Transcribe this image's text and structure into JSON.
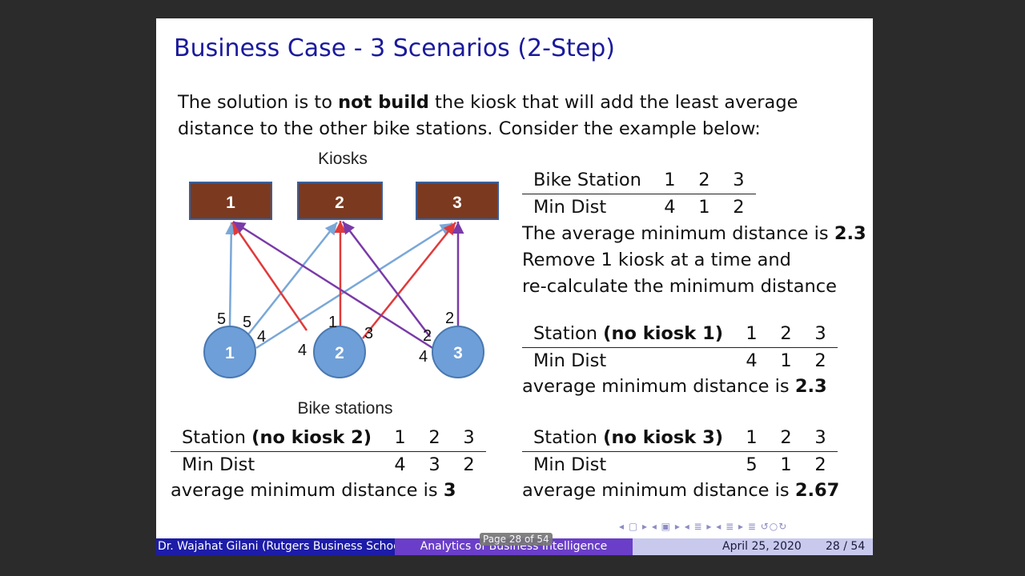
{
  "title": "Business Case - 3 Scenarios (2-Step)",
  "intro": {
    "line1_pre": "The solution is to ",
    "line1_bold": "not build",
    "line1_post": " the kiosk that will add the least average",
    "line2": "distance to the other bike stations.  Consider the example below:"
  },
  "diagram": {
    "kiosks_label": "Kiosks",
    "stations_label": "Bike stations",
    "kiosks": [
      "1",
      "2",
      "3"
    ],
    "stations": [
      "1",
      "2",
      "3"
    ],
    "edge_labels": [
      "5",
      "5",
      "4",
      "4",
      "1",
      "3",
      "2",
      "2",
      "4"
    ],
    "colors": {
      "kiosk_fill": "#7b3a1f",
      "kiosk_border": "#3a5f9a",
      "station_fill": "#6f9fd8",
      "edge_blue": "#7aa7d8",
      "edge_red": "#e03a3a",
      "edge_purple": "#7a3aa8"
    }
  },
  "table_main": {
    "header_label": "Bike Station",
    "headers": [
      "1",
      "2",
      "3"
    ],
    "row_label": "Min Dist",
    "values": [
      "4",
      "1",
      "2"
    ]
  },
  "note_main": {
    "avg_pre": "The average minimum distance is ",
    "avg_val": "2.3",
    "line2": "Remove 1 kiosk at a time and",
    "line3": "re-calculate the minimum distance"
  },
  "table_nk1": {
    "label_pre": "Station ",
    "label_bold": "(no kiosk 1)",
    "headers": [
      "1",
      "2",
      "3"
    ],
    "row_label": "Min Dist",
    "values": [
      "4",
      "1",
      "2"
    ],
    "avg_pre": "average minimum distance is ",
    "avg_val": "2.3"
  },
  "table_nk2": {
    "label_pre": "Station ",
    "label_bold": "(no kiosk 2)",
    "headers": [
      "1",
      "2",
      "3"
    ],
    "row_label": "Min Dist",
    "values": [
      "4",
      "3",
      "2"
    ],
    "avg_pre": "average minimum distance is ",
    "avg_val": "3"
  },
  "table_nk3": {
    "label_pre": "Station ",
    "label_bold": "(no kiosk 3)",
    "headers": [
      "1",
      "2",
      "3"
    ],
    "row_label": "Min Dist",
    "values": [
      "5",
      "1",
      "2"
    ],
    "avg_pre": "average minimum distance is ",
    "avg_val": "2.67"
  },
  "footer": {
    "author": "Dr. Wajahat Gilani (Rutgers Business School",
    "course": "Analytics of Business Intelligence",
    "date": "April 25, 2020",
    "page": "28 / 54",
    "page_badge": "Page 28 of 54",
    "colors": {
      "left": "#1c1ca8",
      "mid": "#6a3ec8",
      "right": "#c9c9ee"
    }
  }
}
